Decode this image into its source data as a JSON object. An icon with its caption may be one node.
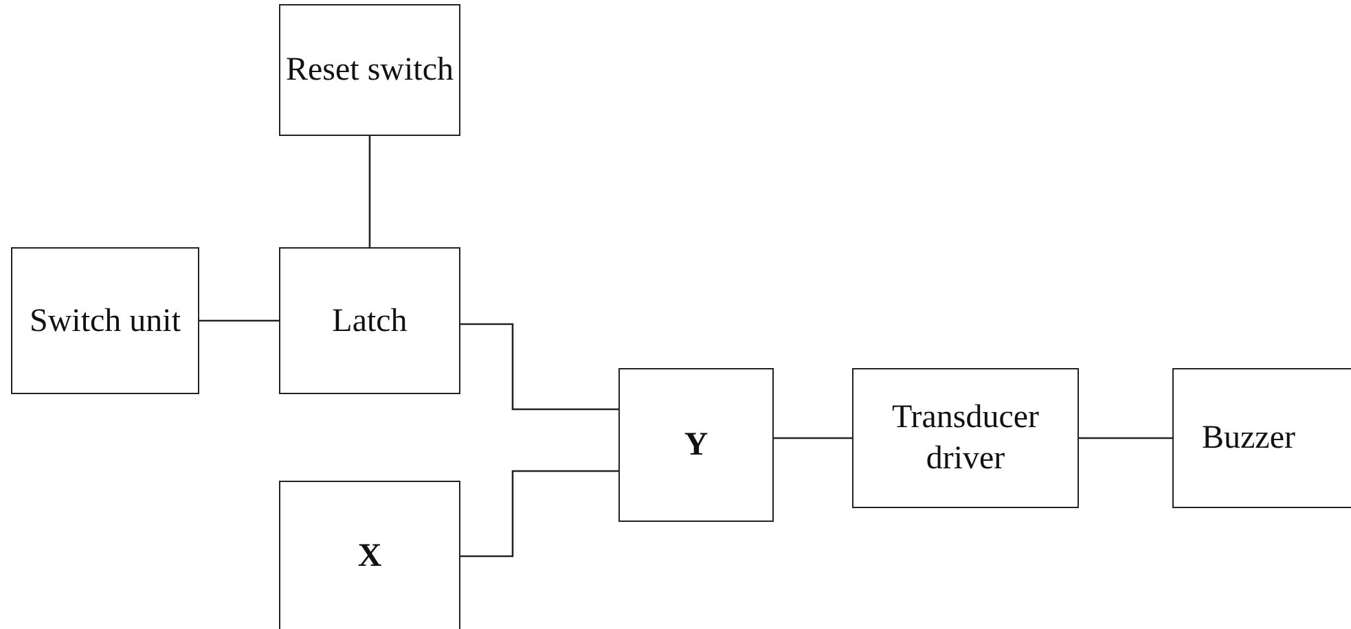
{
  "diagram": {
    "nodes": [
      {
        "text": [
          "Reset switch"
        ]
      },
      {
        "text": [
          "Switch unit"
        ]
      },
      {
        "text": [
          "Latch"
        ]
      },
      {
        "text": [
          "Y"
        ]
      },
      {
        "text": [
          "Transducer driver"
        ]
      },
      {
        "text": [
          "Buzzer"
        ]
      },
      {
        "text": [
          "X"
        ]
      }
    ],
    "edges": [
      {
        "from": 0,
        "to": 2,
        "arrow": "none"
      },
      {
        "from": 1,
        "to": 2,
        "arrow": "none"
      },
      {
        "from": 2,
        "to": 3,
        "arrow": "none"
      },
      {
        "from": 6,
        "to": 3,
        "arrow": "none"
      },
      {
        "from": 3,
        "to": 4,
        "arrow": "none"
      },
      {
        "from": 4,
        "to": 5,
        "arrow": "none"
      }
    ]
  }
}
